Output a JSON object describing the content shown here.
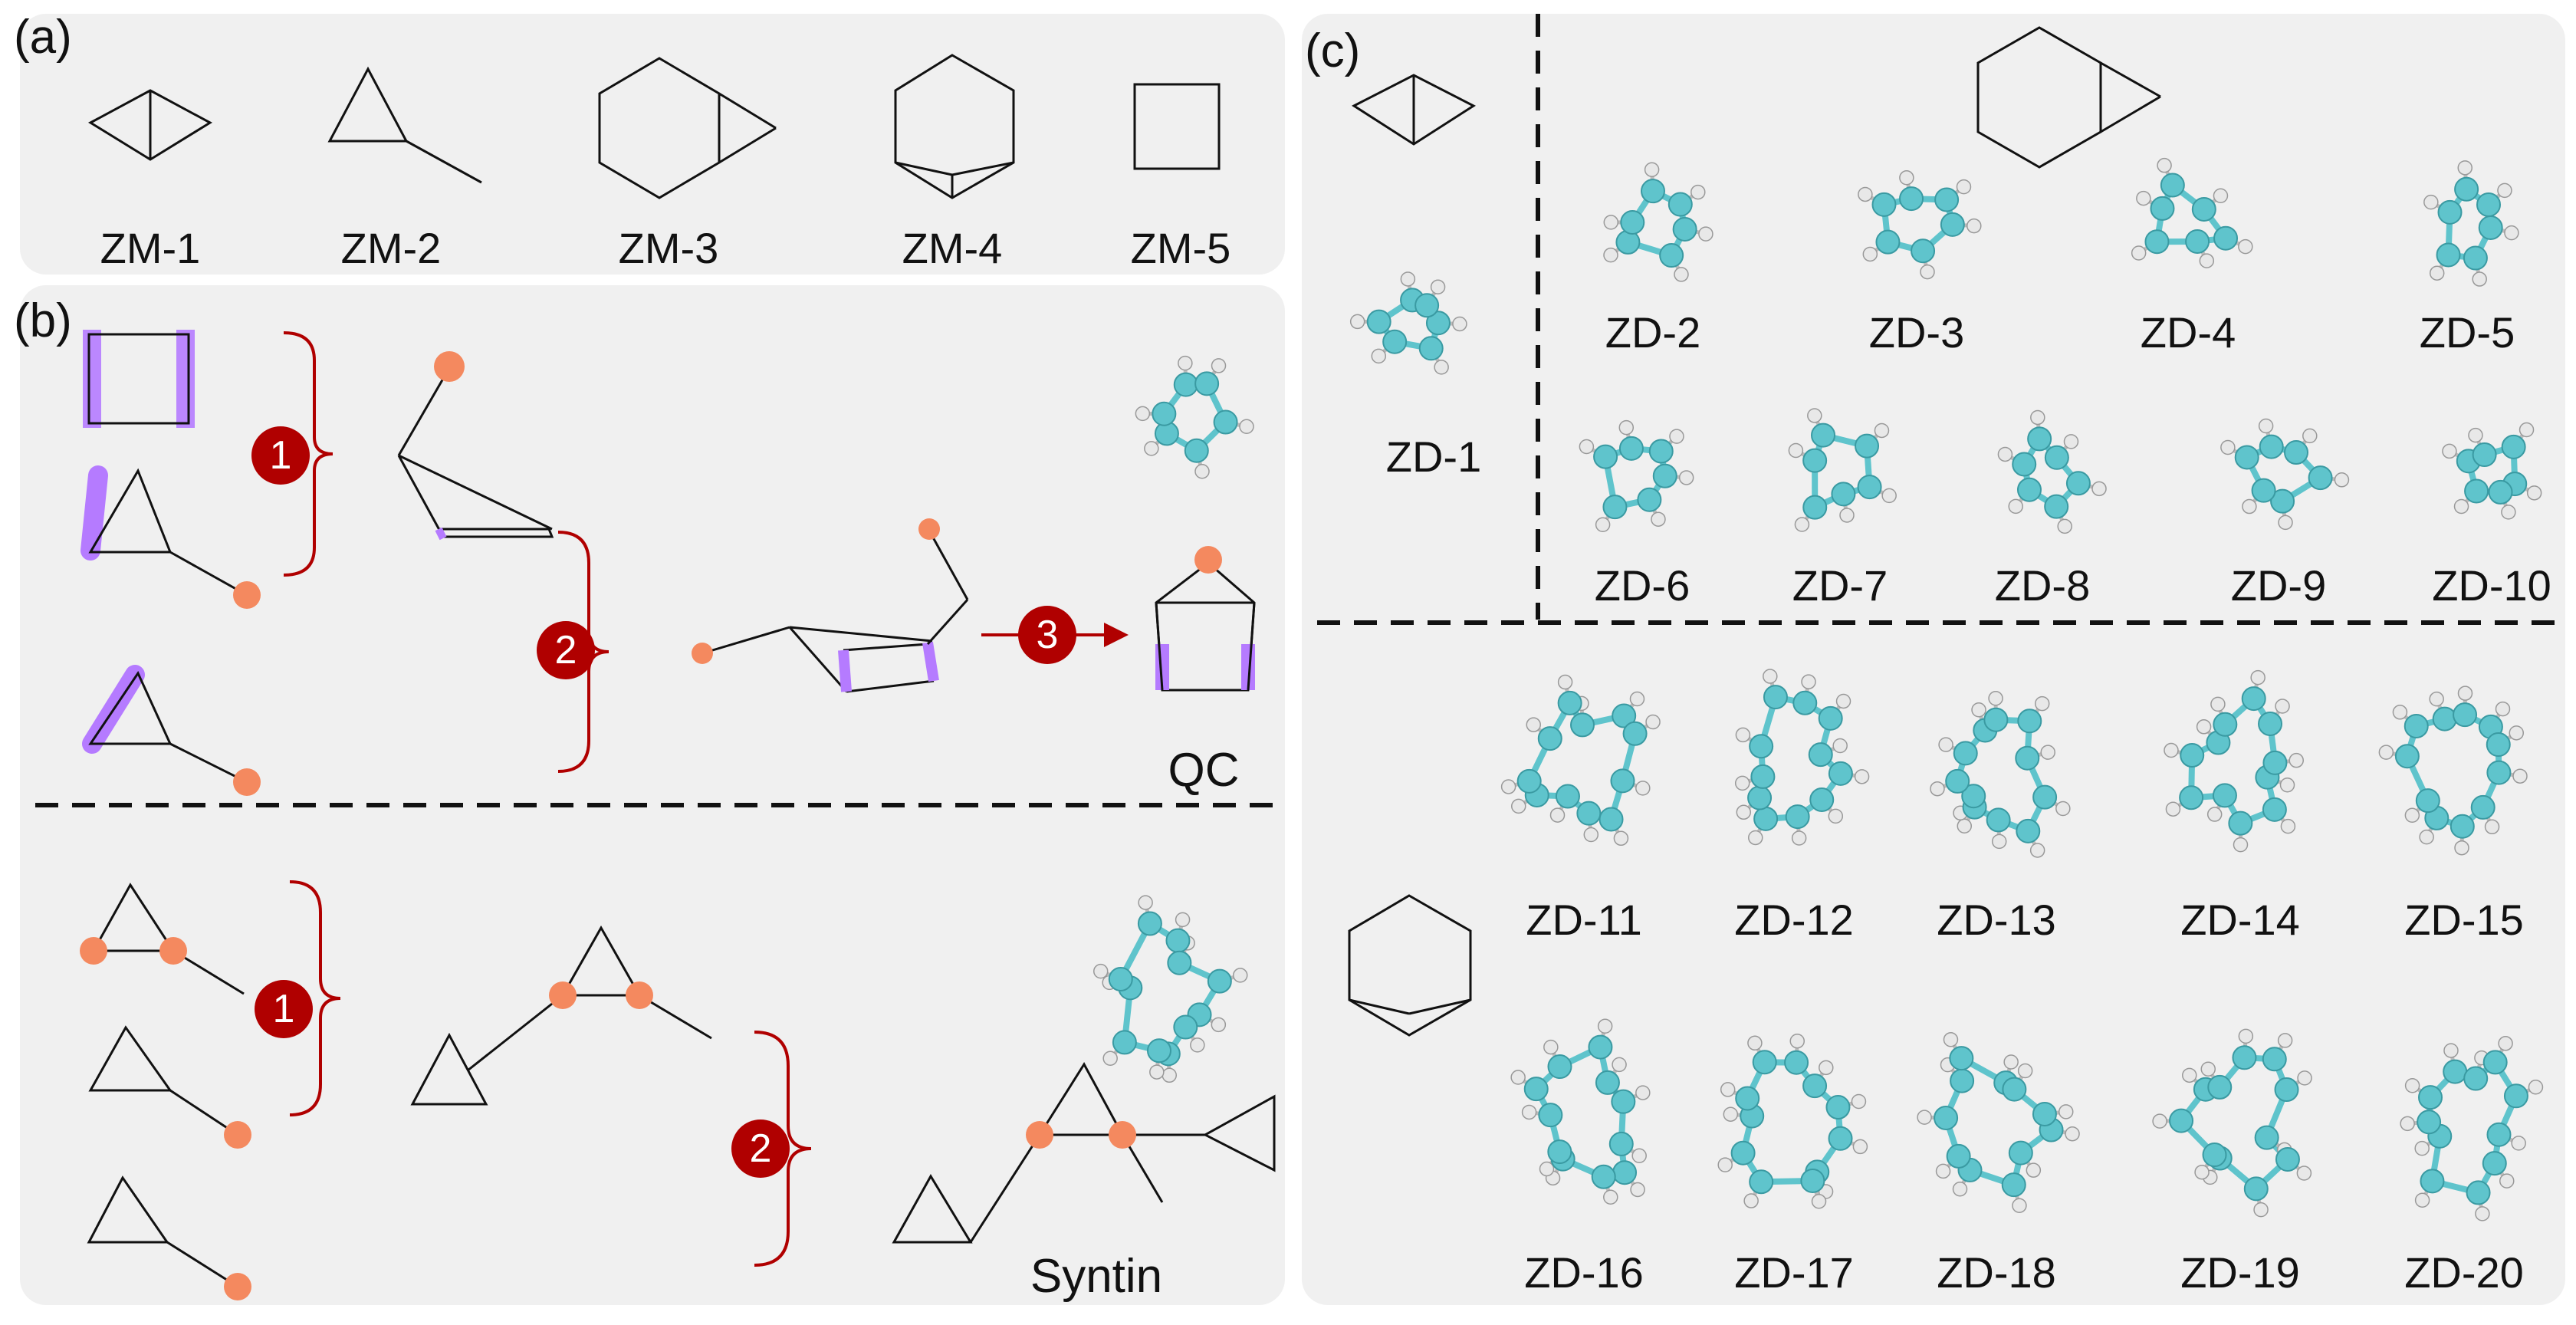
{
  "panel_a": {
    "label": "(a)",
    "molecules": [
      "ZM-1",
      "ZM-2",
      "ZM-3",
      "ZM-4",
      "ZM-5"
    ]
  },
  "panel_b": {
    "label": "(b)",
    "qc_steps": [
      "1",
      "2",
      "3"
    ],
    "qc_label": "QC",
    "syntin_steps": [
      "1",
      "2"
    ],
    "syntin_label": "Syntin"
  },
  "panel_c": {
    "label": "(c)",
    "molecules": [
      "ZD-1",
      "ZD-2",
      "ZD-3",
      "ZD-4",
      "ZD-5",
      "ZD-6",
      "ZD-7",
      "ZD-8",
      "ZD-9",
      "ZD-10",
      "ZD-11",
      "ZD-12",
      "ZD-13",
      "ZD-14",
      "ZD-15",
      "ZD-16",
      "ZD-17",
      "ZD-18",
      "ZD-19",
      "ZD-20"
    ]
  },
  "colors": {
    "panel_bg": "#f0f0f0",
    "highlight_purple": "#b57bff",
    "attachment_orange": "#f4895f",
    "step_red": "#b00000",
    "carbon_cyan": "#5fc4cc",
    "hydrogen_white": "#e8e8e8"
  }
}
